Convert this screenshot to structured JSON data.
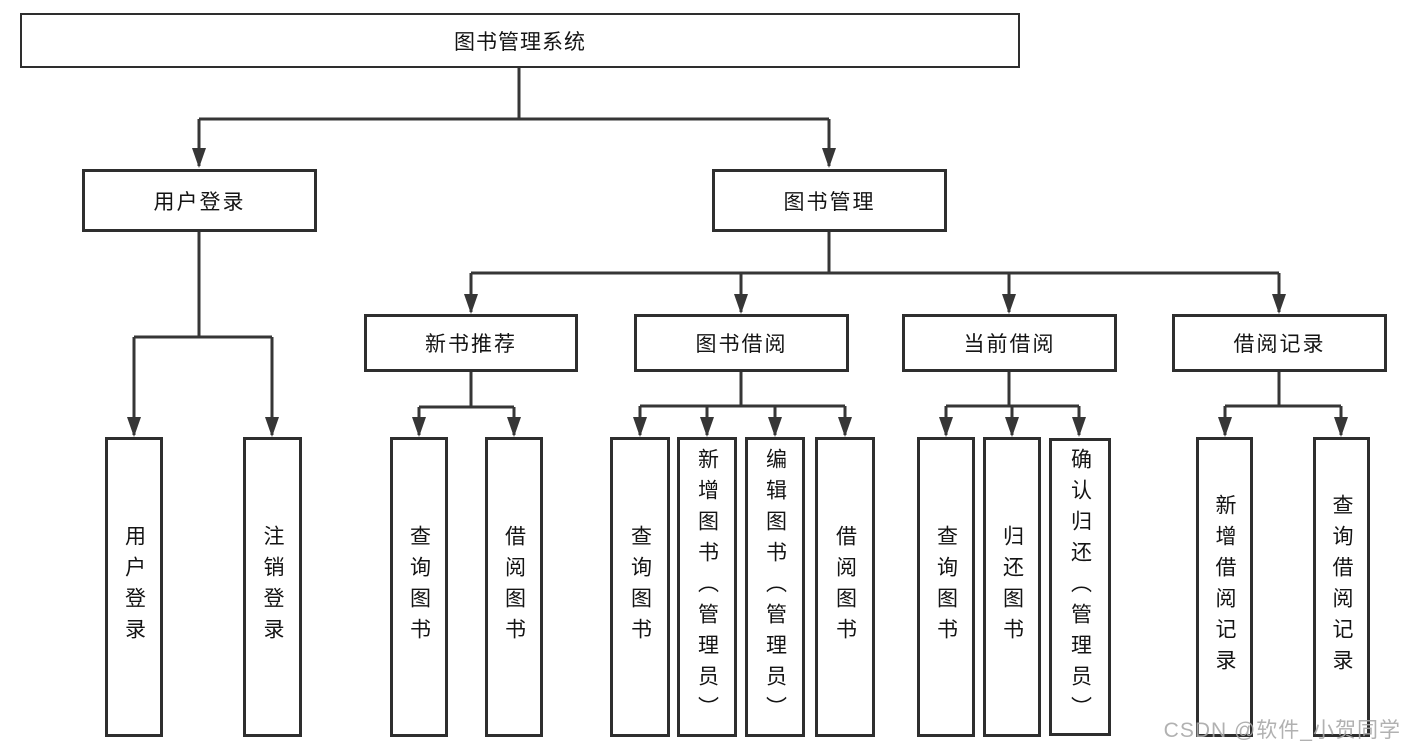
{
  "diagram": {
    "root": {
      "label": "图书管理系统"
    },
    "branches": [
      {
        "label": "用户登录",
        "leaves": [
          "用户登录",
          "注销登录"
        ]
      },
      {
        "label": "图书管理",
        "groups": [
          {
            "label": "新书推荐",
            "leaves": [
              "查询图书",
              "借阅图书"
            ]
          },
          {
            "label": "图书借阅",
            "leaves": [
              "查询图书",
              "新增图书（管理员）",
              "编辑图书（管理员）",
              "借阅图书"
            ]
          },
          {
            "label": "当前借阅",
            "leaves": [
              "查询图书",
              "归还图书",
              "确认归还（管理员）"
            ]
          },
          {
            "label": "借阅记录",
            "leaves": [
              "新增借阅记录",
              "查询借阅记录"
            ]
          }
        ]
      }
    ]
  },
  "watermark": {
    "text": "CSDN @软件_小贺同学"
  },
  "colors": {
    "line": "#363636",
    "box_border": "#2e2e2e",
    "text": "#141414",
    "watermark": "#a8a8a8",
    "background": "#ffffff"
  }
}
